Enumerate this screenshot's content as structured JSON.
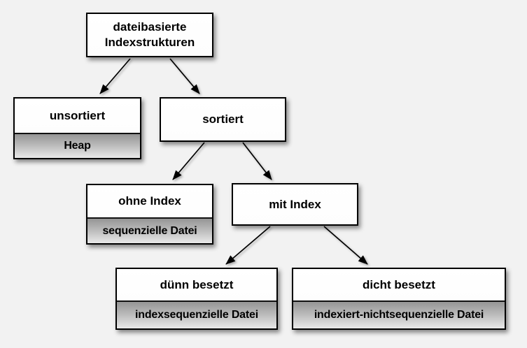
{
  "colors": {
    "background": "#f2f2f2",
    "box_fill": "#ffffff",
    "box_border": "#000000",
    "sub_gradient_top": "#959595",
    "sub_gradient_bottom": "#e9e9e9",
    "arrow": "#000000",
    "text": "#000000"
  },
  "nodes": {
    "root": {
      "label": "dateibasierte Indexstrukturen"
    },
    "unsortiert": {
      "label": "unsortiert",
      "sublabel": "Heap"
    },
    "sortiert": {
      "label": "sortiert"
    },
    "ohne_index": {
      "label": "ohne Index",
      "sublabel": "sequenzielle Datei"
    },
    "mit_index": {
      "label": "mit Index"
    },
    "duenn_besetzt": {
      "label": "dünn besetzt",
      "sublabel": "indexsequenzielle Datei"
    },
    "dicht_besetzt": {
      "label": "dicht besetzt",
      "sublabel": "indexiert-nichtsequenzielle Datei"
    }
  },
  "edges": [
    {
      "from": "root",
      "to": "unsortiert"
    },
    {
      "from": "root",
      "to": "sortiert"
    },
    {
      "from": "sortiert",
      "to": "ohne_index"
    },
    {
      "from": "sortiert",
      "to": "mit_index"
    },
    {
      "from": "mit_index",
      "to": "duenn_besetzt"
    },
    {
      "from": "mit_index",
      "to": "dicht_besetzt"
    }
  ]
}
